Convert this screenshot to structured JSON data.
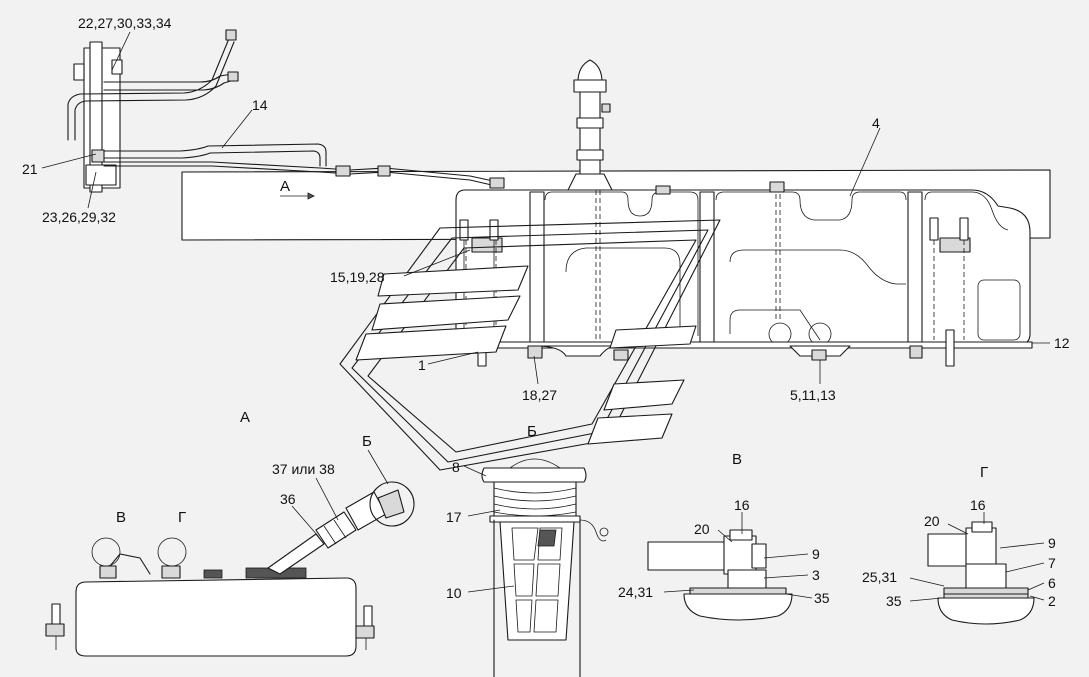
{
  "views": {
    "a_main": "А",
    "a_title": "А",
    "b_main": "Б",
    "b_title": "Б",
    "v_main": "В",
    "v_title": "В",
    "g_main": "Г",
    "g_title": "Г"
  },
  "callouts": {
    "c22": "22,27,30,33,34",
    "c14": "14",
    "c21": "21",
    "c23": "23,26,29,32",
    "c4": "4",
    "c15": "15,19,28",
    "c1": "1",
    "c18": "18,27",
    "c5": "5,11,13",
    "c12": "12",
    "c37": "37 или 38",
    "c36": "36",
    "c8": "8",
    "c17": "17",
    "c10": "10",
    "v16": "16",
    "v20": "20",
    "v9": "9",
    "v3": "3",
    "v24": "24,31",
    "v35": "35",
    "g16": "16",
    "g20": "20",
    "g9": "9",
    "g7": "7",
    "g25": "25,31",
    "g6": "6",
    "g35": "35",
    "g2": "2"
  }
}
